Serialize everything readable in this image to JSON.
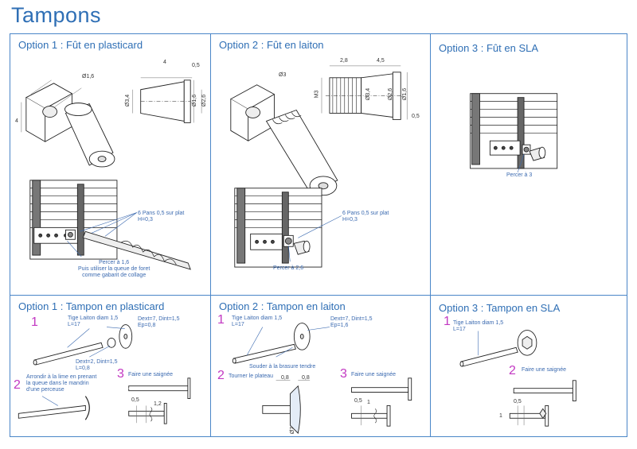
{
  "page_title": "Tampons",
  "top_row": {
    "panel1": {
      "title": "Option 1 : Fût en plasticard",
      "dims": {
        "a": "4",
        "b": "0,5",
        "c": "Ø1,6",
        "d": "Ø3,4",
        "e": "Ø1,6",
        "f": "Ø2,6",
        "g": "4"
      },
      "note_hex": "6 Pans 0,5 sur plat\nH=0,3",
      "note_drill": "Percer à 1,6\nPuis utiliser la queue de foret\ncomme gabarit de collage"
    },
    "panel2": {
      "title": "Option 2 : Fût en laiton",
      "dims": {
        "a": "2,8",
        "b": "4,5",
        "c": "Ø3",
        "d": "Ø3,4",
        "e": "Ø2,6",
        "f": "Ø1,6",
        "g": "0,5",
        "h": "M3"
      },
      "note_hex": "6 Pans 0,5 sur plat\nH=0,3",
      "note_drill": "Percer à 2,6"
    },
    "panel3": {
      "title": "Option 3 : Fût en SLA",
      "note_drill": "Percer à 3"
    }
  },
  "bottom_row": {
    "panel1": {
      "title": "Option 1 : Tampon en plasticard",
      "step1": "1",
      "rod": "Tige Laiton diam 1,5\nL=17",
      "disc_big": "Dext=7, Dint=1,5\nEp=0,8",
      "disc_small": "Dext=2, Dint=1,5\nL=0,8",
      "step2": "2",
      "round": "Arrondir à la lime en prenant\nla queue dans le mandrin\nd'une perceuse",
      "step3": "3",
      "slot": "Faire une saignée",
      "dims": {
        "a": "0,5",
        "b": "1,2"
      }
    },
    "panel2": {
      "title": "Option 2 : Tampon en laiton",
      "step1": "1",
      "rod": "Tige Laiton diam 1,5\nL=17",
      "disc_big": "Dext=7, Dint=1,5\nEp=1,6",
      "solder": "Souder à la brasure tendre",
      "step2": "2",
      "turn": "Tourner le plateau",
      "step3": "3",
      "slot": "Faire une saignée",
      "dims": {
        "a": "0,8",
        "b": "0,8",
        "c": "Ø7",
        "d": "0,5",
        "e": "1"
      }
    },
    "panel3": {
      "title": "Option 3 : Tampon en SLA",
      "step1": "1",
      "rod": "Tige Laiton diam 1,5\nL=17",
      "step2": "2",
      "slot": "Faire une saignée",
      "dims": {
        "a": "0,5",
        "b": "1"
      }
    }
  }
}
